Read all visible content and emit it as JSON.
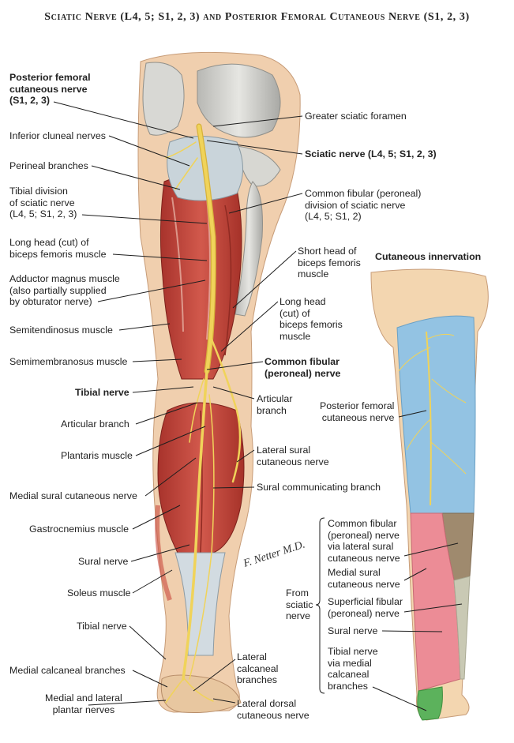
{
  "title": "Sciatic Nerve (L4, 5; S1, 2, 3) and Posterior Femoral Cutaneous Nerve (S1, 2, 3)",
  "signature": "F. Netter M.D.",
  "left_labels": [
    {
      "id": "posterior-femoral",
      "lines": [
        "Posterior femoral",
        "cutaneous nerve",
        "(S1, 2, 3)"
      ],
      "bold": true
    },
    {
      "id": "inferior-cluneal",
      "lines": [
        "Inferior cluneal nerves"
      ]
    },
    {
      "id": "perineal-branches",
      "lines": [
        "Perineal branches"
      ]
    },
    {
      "id": "tibial-division",
      "lines": [
        "Tibial division",
        "of sciatic nerve",
        "(L4, 5; S1, 2, 3)"
      ]
    },
    {
      "id": "long-head-cut",
      "lines": [
        "Long head (cut) of",
        "biceps femoris muscle"
      ]
    },
    {
      "id": "adductor-magnus",
      "lines": [
        "Adductor magnus muscle",
        "(also partially supplied",
        "by obturator nerve)"
      ]
    },
    {
      "id": "semitendinosus",
      "lines": [
        "Semitendinosus muscle"
      ]
    },
    {
      "id": "semimembranosus",
      "lines": [
        "Semimembranosus muscle"
      ]
    },
    {
      "id": "tibial-nerve-main",
      "lines": [
        "Tibial nerve"
      ],
      "bold": true
    },
    {
      "id": "articular-branch-left",
      "lines": [
        "Articular branch"
      ]
    },
    {
      "id": "plantaris",
      "lines": [
        "Plantaris muscle"
      ]
    },
    {
      "id": "medial-sural",
      "lines": [
        "Medial sural cutaneous nerve"
      ]
    },
    {
      "id": "gastrocnemius",
      "lines": [
        "Gastrocnemius muscle"
      ]
    },
    {
      "id": "sural-nerve-left",
      "lines": [
        "Sural nerve"
      ]
    },
    {
      "id": "soleus",
      "lines": [
        "Soleus muscle"
      ]
    },
    {
      "id": "tibial-nerve-lower",
      "lines": [
        "Tibial nerve"
      ]
    },
    {
      "id": "medial-calcaneal",
      "lines": [
        "Medial calcaneal branches"
      ]
    },
    {
      "id": "plantar-nerves",
      "lines": [
        "Medial and lateral",
        "plantar nerves"
      ]
    }
  ],
  "right_labels": [
    {
      "id": "greater-sciatic-foramen",
      "lines": [
        "Greater sciatic foramen"
      ]
    },
    {
      "id": "sciatic-nerve",
      "lines": [
        "Sciatic nerve (L4, 5; S1, 2, 3)"
      ],
      "bold": true
    },
    {
      "id": "common-fibular-division",
      "lines": [
        "Common fibular (peroneal)",
        "division of sciatic nerve",
        "(L4, 5; S1, 2)"
      ]
    },
    {
      "id": "short-head-biceps",
      "lines": [
        "Short head of",
        "biceps femoris",
        "muscle"
      ]
    },
    {
      "id": "long-head-biceps",
      "lines": [
        "Long head",
        "(cut) of",
        "biceps femoris",
        "muscle"
      ]
    },
    {
      "id": "common-fibular-nerve",
      "lines": [
        "Common fibular",
        "(peroneal) nerve"
      ],
      "bold": true
    },
    {
      "id": "articular-branch-right",
      "lines": [
        "Articular",
        "branch"
      ]
    },
    {
      "id": "lateral-sural",
      "lines": [
        "Lateral sural",
        "cutaneous nerve"
      ]
    },
    {
      "id": "sural-communicating",
      "lines": [
        "Sural communicating branch"
      ]
    },
    {
      "id": "lateral-calcaneal",
      "lines": [
        "Lateral",
        "calcaneal",
        "branches"
      ]
    },
    {
      "id": "lateral-dorsal",
      "lines": [
        "Lateral dorsal",
        "cutaneous nerve"
      ]
    }
  ],
  "inset": {
    "title": "Cutaneous innervation",
    "posterior_femoral": [
      "Posterior femoral",
      "cutaneous nerve"
    ],
    "from_sciatic": [
      "From",
      "sciatic",
      "nerve"
    ],
    "items": [
      [
        "Common fibular",
        "(peroneal) nerve",
        "via lateral sural",
        "cutaneous nerve"
      ],
      [
        "Medial sural",
        "cutaneous nerve"
      ],
      [
        "Superficial fibular",
        "(peroneal) nerve"
      ],
      [
        "Sural nerve"
      ],
      [
        "Tibial nerve",
        "via medial",
        "calcaneal",
        "branches"
      ]
    ]
  },
  "colors": {
    "muscle": "#c8463c",
    "nerve": "#f0d35a",
    "bone": "#cfcfcc",
    "skin": "#f3d6b0",
    "blue_zone": "#93c3e3",
    "pink_zone": "#ec8c96",
    "brown_zone": "#9f8a6e",
    "green_zone": "#5cb25c"
  }
}
